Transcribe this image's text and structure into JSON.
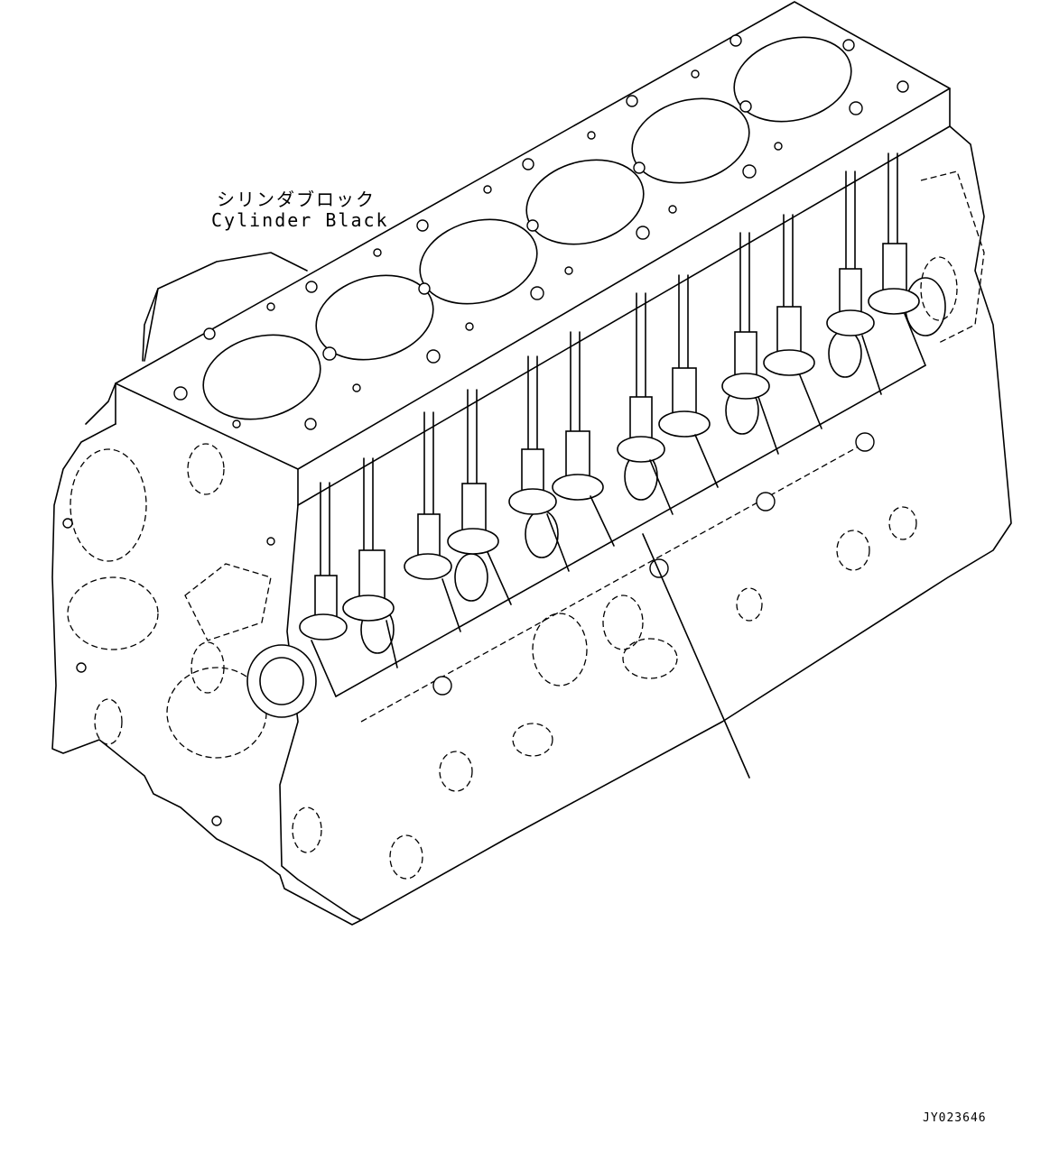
{
  "part_label": {
    "japanese": "シリンダブロック",
    "english": "Cylinder Black"
  },
  "drawing_id": "JY023646",
  "illustration": {
    "subject": "cylinder-block",
    "cylinder_count": 6,
    "piston_cooling_nozzle_count": 12
  }
}
